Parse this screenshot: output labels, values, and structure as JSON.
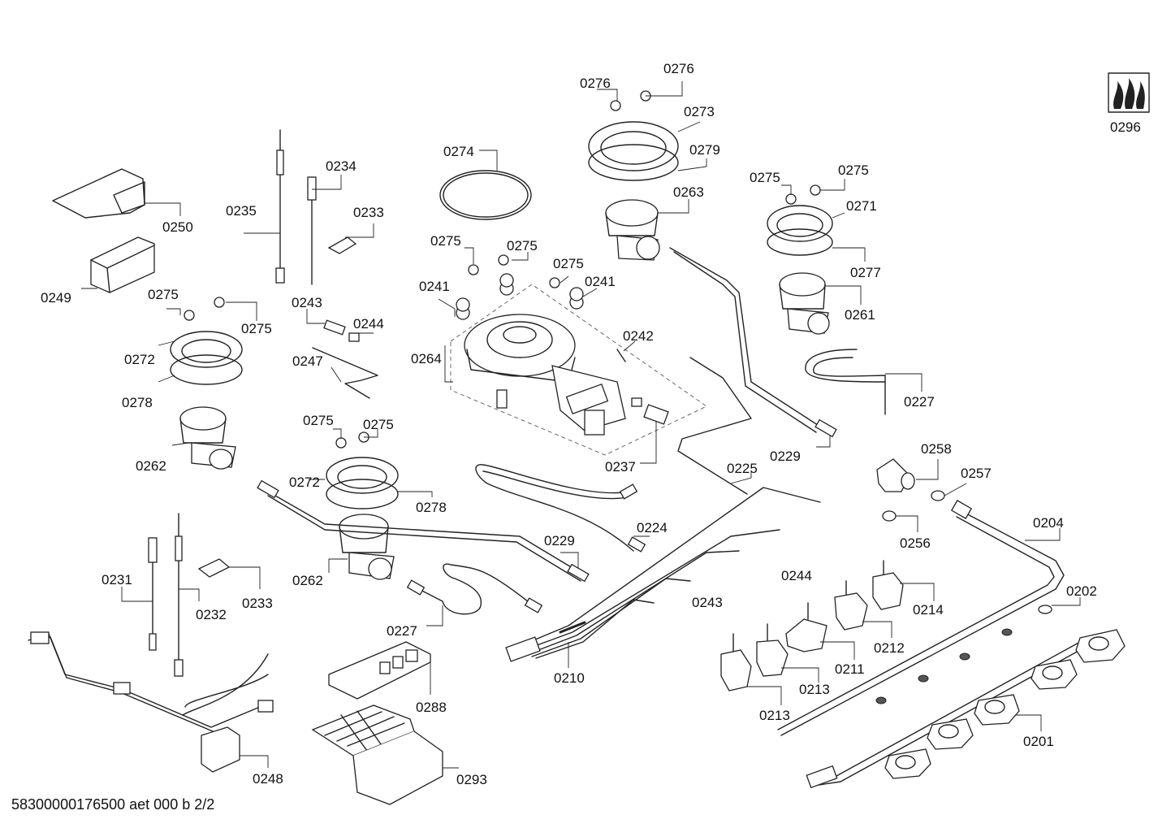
{
  "callouts": {
    "c0201": "0201",
    "c0202": "0202",
    "c0204": "0204",
    "c0210": "0210",
    "c0211": "0211",
    "c0212": "0212",
    "c0213a": "0213",
    "c0213b": "0213",
    "c0214": "0214",
    "c0224": "0224",
    "c0225": "0225",
    "c0227a": "0227",
    "c0227b": "0227",
    "c0229a": "0229",
    "c0229b": "0229",
    "c0231": "0231",
    "c0232": "0232",
    "c0233a": "0233",
    "c0233b": "0233",
    "c0234": "0234",
    "c0235": "0235",
    "c0237": "0237",
    "c0241a": "0241",
    "c0241b": "0241",
    "c0242": "0242",
    "c0243a": "0243",
    "c0243b": "0243",
    "c0244a": "0244",
    "c0244b": "0244",
    "c0247": "0247",
    "c0248": "0248",
    "c0249": "0249",
    "c0250": "0250",
    "c0256": "0256",
    "c0257": "0257",
    "c0258": "0258",
    "c0261": "0261",
    "c0262a": "0262",
    "c0262b": "0262",
    "c0263": "0263",
    "c0264": "0264",
    "c0271": "0271",
    "c0272a": "0272",
    "c0272b": "0272",
    "c0273": "0273",
    "c0274": "0274",
    "c0275a": "0275",
    "c0275b": "0275",
    "c0275c": "0275",
    "c0275d": "0275",
    "c0275e": "0275",
    "c0275f": "0275",
    "c0275g": "0275",
    "c0275h": "0275",
    "c0275i": "0275",
    "c0276a": "0276",
    "c0276b": "0276",
    "c0277": "0277",
    "c0278a": "0278",
    "c0278b": "0278",
    "c0279": "0279",
    "c0288": "0288",
    "c0293": "0293",
    "c0296": "0296"
  },
  "footer": "58300000176500 aet 000 b 2/2",
  "icons": {
    "gas_flame_symbol": "gas-flame-icon"
  }
}
